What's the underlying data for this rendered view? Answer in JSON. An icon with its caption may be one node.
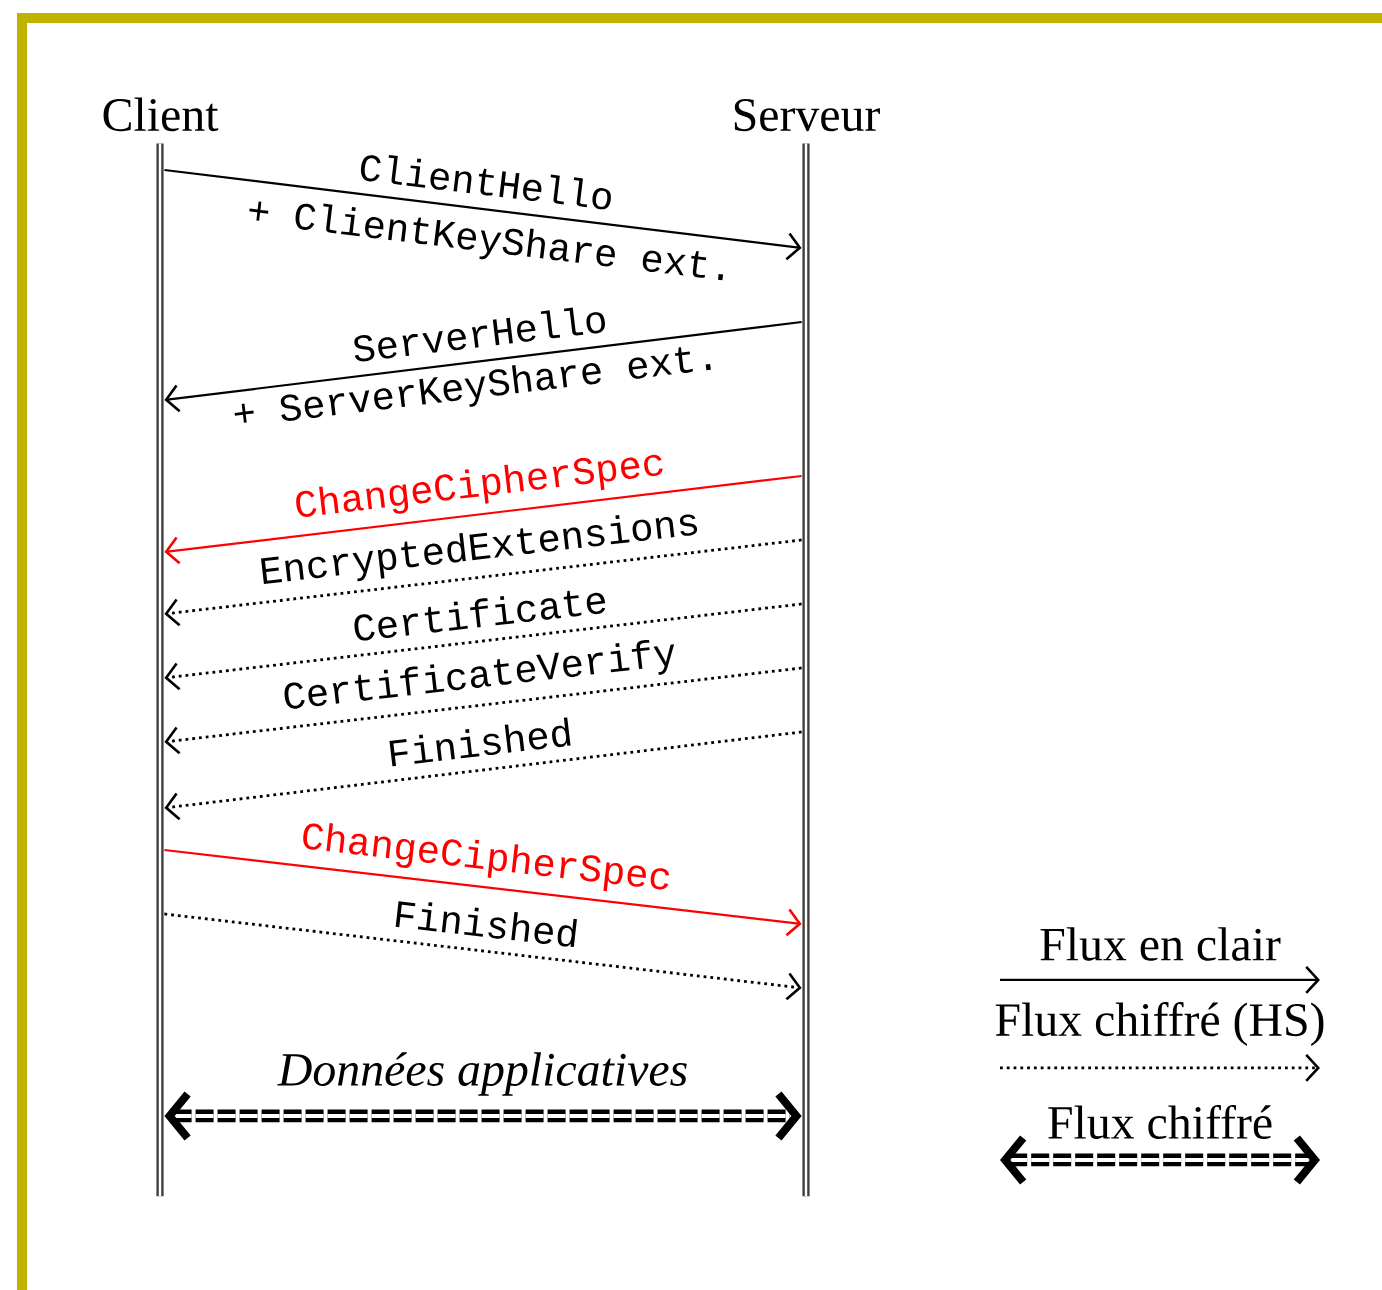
{
  "diagram": {
    "nodes": [
      {
        "text": [
          "Client"
        ]
      },
      {
        "text": [
          "Serveur"
        ]
      }
    ],
    "edges": [
      {
        "from": 0,
        "to": 1,
        "arrow": "to",
        "label": "ClientHello"
      },
      {
        "from": 1,
        "to": 0,
        "arrow": "to",
        "label": "ServerHello"
      },
      {
        "from": 1,
        "to": 0,
        "arrow": "to",
        "label": "ChangeCipherSpec",
        "color": "#ff0000"
      },
      {
        "from": 1,
        "to": 0,
        "arrow": "to",
        "label": "EncryptedExtensions",
        "style": "dashed"
      },
      {
        "from": 1,
        "to": 0,
        "arrow": "to",
        "label": "Certificate",
        "style": "dashed"
      },
      {
        "from": 1,
        "to": 0,
        "arrow": "to",
        "label": "CertificateVerify",
        "style": "dashed"
      },
      {
        "from": 1,
        "to": 0,
        "arrow": "to",
        "label": "Finished",
        "style": "dashed"
      },
      {
        "from": 0,
        "to": 1,
        "arrow": "to",
        "label": "ChangeCipherSpec",
        "color": "#ff0000"
      },
      {
        "from": 0,
        "to": 1,
        "arrow": "to",
        "label": "Finished",
        "style": "dashed"
      },
      {
        "from": 0,
        "to": 1,
        "arrow": "both",
        "label": "Données applicatives",
        "style": "dashed"
      }
    ],
    "labels": [
      "+ ClientKeyShare ext.",
      "+ ServerKeyShare ext."
    ],
    "legend": [
      {
        "text": "Flux en clair"
      },
      {
        "text": "Flux chiffré (HS)"
      },
      {
        "text": "Flux chiffré"
      }
    ]
  }
}
